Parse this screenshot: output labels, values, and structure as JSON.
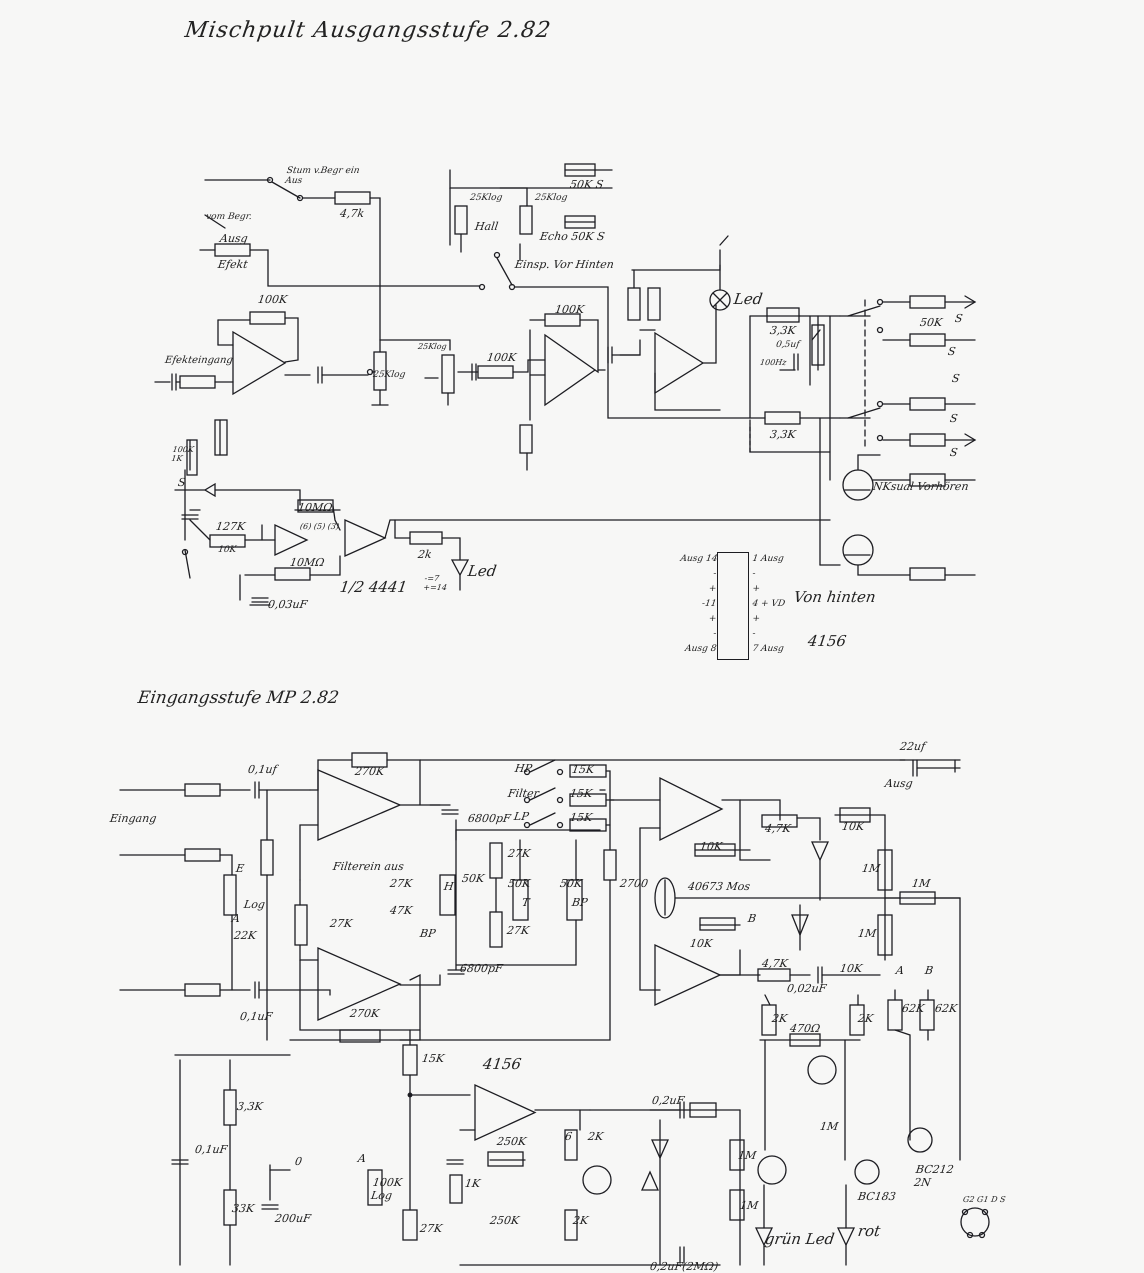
{
  "top_title": "Mischpult Ausgangsstufe 2.82",
  "bottom_title": "Eingangsstufe MP 2.82",
  "colors": {
    "paper": "#f7f7f6",
    "ink": "#1d1d22"
  },
  "top": {
    "l0": "Stum v.Begr ein Aus",
    "l1": "4,7k",
    "l2": "vom Begr.",
    "l3": "Ausg",
    "l4": "Efekt",
    "l5": "50K S",
    "l6": "25Klog",
    "l7": "25Klog",
    "l8": "Hall",
    "l9": "Echo 50K S",
    "l10": "Einsp. Vor Hinten",
    "l11": "100K",
    "l12": "Efekteingang",
    "l13": "25Klog",
    "l14": "25Klog",
    "l15": "100K",
    "l16": "100K",
    "l17": "Led",
    "l18": "3,3K",
    "l19": "0,5uf",
    "l20": "100Hz",
    "l21": "50K",
    "l22": "S",
    "l23": "3,3K",
    "l24": "S",
    "l25": "S",
    "l26": "100K 1K",
    "l27": "S",
    "l28": "10MΩ",
    "l29": "(6) (5) (3)",
    "l30": "127K",
    "l31": "10K",
    "l32": "10MΩ",
    "l33": "2k",
    "l34": "Led",
    "l35": "1/2 4441",
    "l36": "-=7 +=14",
    "l37": "0,03uF",
    "l38": "NKsual Vorhören",
    "l39": "S",
    "l40": "S"
  },
  "ic": {
    "left_pins": [
      "Ausg 14",
      "-",
      "+",
      "-11",
      "+",
      "-",
      "Ausg 8"
    ],
    "right_pins": [
      "1 Ausg",
      "-",
      "+",
      "4 + VD",
      "+",
      "-",
      "7 Ausg"
    ],
    "note": "Von hinten",
    "part": "4156"
  },
  "bottom": {
    "b0": "0,1uf",
    "b1": "270K",
    "b2": "HP",
    "b3": "15K",
    "b4": "Filter",
    "b5": "15K",
    "b6": "LP",
    "b7": "15K",
    "b8": "6800pF",
    "b9": "22uf",
    "b10": "Ausg",
    "b11": "Eingang",
    "b12": "10K",
    "b13": "4,7K",
    "b14": "10K",
    "b15": "2700",
    "b16": "Filterein aus",
    "b17": "27K",
    "b18": "47K",
    "b19": "BP",
    "b20": "H",
    "b21": "50K",
    "b22": "27K",
    "b23": "50K",
    "b24": "T",
    "b25": "50K",
    "b26": "BP",
    "b27": "27K",
    "b28": "27K",
    "b29": "22K",
    "b30": "Log",
    "b31": "E",
    "b32": "A",
    "b33": "40673 Mos",
    "b34": "B",
    "b35": "1M",
    "b36": "1M",
    "b37": "1M",
    "b38": "10K",
    "b39": "4,7K",
    "b40": "10K",
    "b41": "0,02uF",
    "b42": "6800pF",
    "b43": "0,1uF",
    "b44": "270K",
    "b45": "A",
    "b46": "B",
    "b47": "62K",
    "b48": "62K",
    "b49": "2K",
    "b50": "2K",
    "b51": "470Ω",
    "b52": "15K",
    "b53": "4156",
    "b54": "3,3K",
    "b55": "0,2uF",
    "b56": "250K",
    "b57": "6",
    "b58": "2K",
    "b59": "1M",
    "b60": "1M",
    "b61": "BC212 2N",
    "b62": "BC183",
    "b63": "A",
    "b64": "100K Log",
    "b65": "1K",
    "b66": "0,1uF",
    "b67": "0",
    "b68": "33K",
    "b69": "200uF",
    "b70": "27K",
    "b71": "250K",
    "b72": "2K",
    "b73": "1M",
    "b74": "grün Led",
    "b75": "rot",
    "b76": "G2 G1 D S",
    "b77": "0,2uF(2MΩ)"
  }
}
